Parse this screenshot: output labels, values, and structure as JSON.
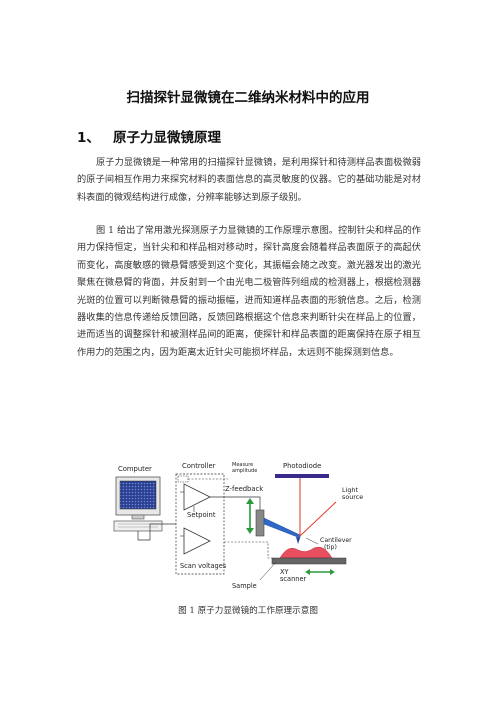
{
  "document": {
    "title": "扫描探针显微镜在二维纳米材料中的应用",
    "section": {
      "number": "1、",
      "heading": "原子力显微镜原理"
    },
    "paragraphs": [
      "原子力显微镜是一种常用的扫描探针显微镜，是利用探针和待测样品表面极微弱的原子间相互作用力来探究材料的表面信息的高灵敏度的仪器。它的基础功能是对材料表面的微观结构进行成像，分辨率能够达到原子级别。",
      "图 1 给出了常用激光探测原子力显微镜的工作原理示意图。控制针尖和样品的作用力保持恒定，当针尖和和样品相对移动时，探针高度会随着样品表面原子的高起伏而变化，高度敏感的微悬臂感受到这个变化，其振幅会随之改变。激光器发出的激光聚焦在微悬臂的背面，并反射到一个由光电二极管阵列组成的检测器上，根据检测器光斑的位置可以判断微悬臂的振动振幅，进而知道样品表面的形貌信息。之后，检测器收集的信息传递给反馈回路，反馈回路根据这个信息来判断针尖在样品上的位置，进而适当的调整探针和被测样品间的距离，使探针和样品表面的距离保持在原子相互作用力的范围之内，因为距离太近针尖可能损坏样品，太远则不能探测到信息。"
    ],
    "figure": {
      "labels": {
        "computer": "Computer",
        "controller": "Controller",
        "measure_1": "Measure",
        "measure_2": "amplitude",
        "photodiode": "Photodiode",
        "light_1": "Light",
        "light_2": "source",
        "zfeedback": "Z-feedback",
        "setpoint": "Setpoint",
        "cantilever_1": "Cantilever",
        "cantilever_2": "(tip)",
        "scan_voltages": "Scan voltages",
        "xy_1": "XY",
        "xy_2": "scanner",
        "sample": "Sample"
      },
      "caption": "图 1  原子力显微镜的工作原理示意图"
    },
    "colors": {
      "laser": "#e23a2a",
      "feedback_arrow": "#2a9a3a",
      "photodiode": "#3a2a8a",
      "cantilever": "#2f68c8",
      "sample": "#e85060",
      "monitor_screen": "#2a3f8f"
    }
  }
}
